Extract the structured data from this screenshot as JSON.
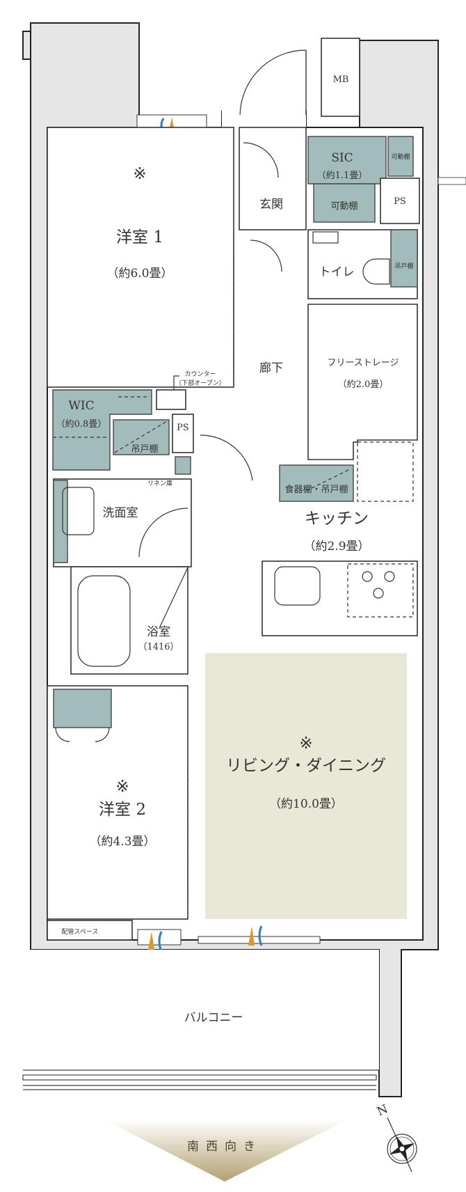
{
  "colors": {
    "storage": "#a2bcbc",
    "living": "#e9e8d6",
    "wall": "#e6e6e6",
    "orientation_banner": "#b9a77c"
  },
  "rooms": {
    "western1": {
      "mark": "※",
      "name": "洋室 1",
      "size": "（約6.0畳）"
    },
    "entrance": {
      "name": "玄関"
    },
    "mb": {
      "name": "MB"
    },
    "sic": {
      "name": "SIC",
      "size": "（約1.1畳）",
      "shelf": "可動棚",
      "side_shelf": "可動棚"
    },
    "ps_top": {
      "name": "PS"
    },
    "toilet": {
      "name": "トイレ",
      "shelf": "吊戸棚"
    },
    "hallway": {
      "name": "廊下"
    },
    "free_storage": {
      "name": "フリーストレージ",
      "size": "（約2.0畳）"
    },
    "counter": {
      "name": "カウンター",
      "note": "（下部オープン）"
    },
    "wic": {
      "name": "WIC",
      "size": "（約0.8畳）"
    },
    "hanging_shelf": {
      "name": "吊戸棚"
    },
    "ps_mid": {
      "name": "PS"
    },
    "linen": {
      "name": "リネン庫"
    },
    "dish_shelf": {
      "name": "食器棚・吊戸棚"
    },
    "kitchen": {
      "name": "キッチン",
      "size": "（約2.9畳）"
    },
    "washroom": {
      "name": "洗面室"
    },
    "bath": {
      "name": "浴室",
      "size": "（1416）"
    },
    "living": {
      "mark": "※",
      "name": "リビング・ダイニング",
      "size": "（約10.0畳）"
    },
    "western2": {
      "mark": "※",
      "name": "洋室 2",
      "size": "（約4.3畳）"
    },
    "piping": {
      "name": "配管スペース"
    },
    "balcony": {
      "name": "バルコニー"
    }
  },
  "orientation": {
    "label": "南西向き",
    "compass_north": "N",
    "icon": "compass-rose-icon"
  }
}
